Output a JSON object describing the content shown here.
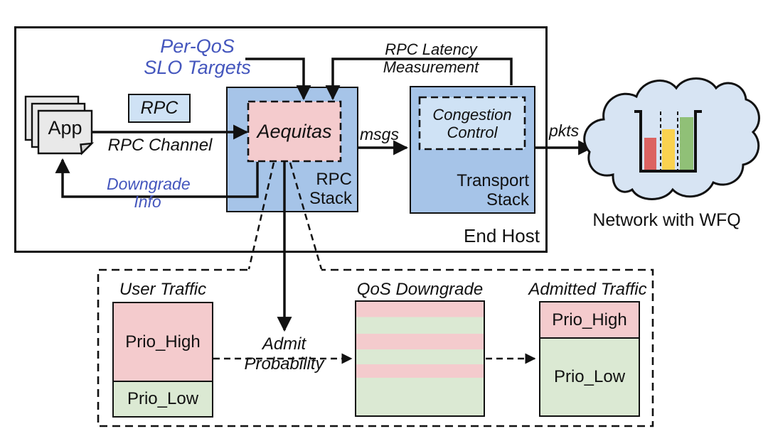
{
  "colors": {
    "box_blue": "#a6c4e8",
    "box_blue_light": "#cfe2f5",
    "box_pink": "#f4cbcd",
    "box_green": "#dbe9d3",
    "cloud_blue": "#d7e4f3",
    "bar_red": "#dc6361",
    "bar_yellow": "#fad24f",
    "bar_green": "#90c077",
    "page_gray": "#e9e9e9",
    "fold_gray": "#d2d2d2",
    "accent_blue_text": "#4456bd"
  },
  "end_host": {
    "label": "End Host"
  },
  "app": {
    "label": "App",
    "rpc_chip": "RPC",
    "channel_label": "RPC Channel"
  },
  "aequitas": {
    "label": "Aequitas",
    "stack_line1": "RPC",
    "stack_line2": "Stack"
  },
  "transport": {
    "cc_line1": "Congestion",
    "cc_line2": "Control",
    "stack_line1": "Transport",
    "stack_line2": "Stack"
  },
  "inputs": {
    "slo_line1": "Per-QoS",
    "slo_line2": "SLO Targets",
    "latency_line1": "RPC Latency",
    "latency_line2": "Measurement",
    "downgrade_line1": "Downgrade",
    "downgrade_line2": "Info"
  },
  "flows": {
    "msgs": "msgs",
    "pkts": "pkts"
  },
  "network": {
    "label": "Network with WFQ"
  },
  "bottom": {
    "user_traffic": {
      "title": "User Traffic",
      "high": "Prio_High",
      "low": "Prio_Low"
    },
    "admit_line1": "Admit",
    "admit_line2": "Probability",
    "qos_downgrade_title": "QoS Downgrade",
    "admitted": {
      "title": "Admitted Traffic",
      "high": "Prio_High",
      "low": "Prio_Low"
    }
  }
}
